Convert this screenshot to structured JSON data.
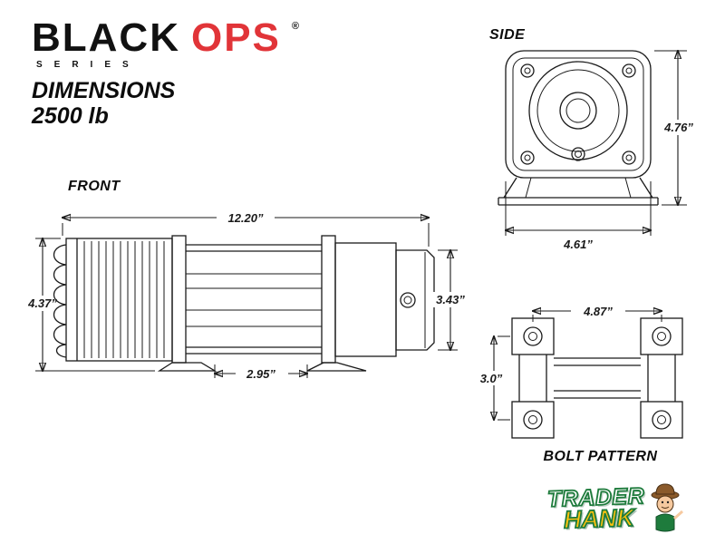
{
  "brand": {
    "name_black": "BLACK",
    "name_ops": "OPS",
    "registered": "®",
    "series": "SERIES",
    "heading_line1": "DIMENSIONS",
    "heading_line2": "2500 lb"
  },
  "colors": {
    "accent_red": "#e13438",
    "line": "#1a1a1a",
    "hank_green": "#1e7b3c",
    "hank_gold": "#ffc20e"
  },
  "views": {
    "front": {
      "label": "FRONT",
      "dim_width": "12.20”",
      "dim_height": "4.37”",
      "dim_drum_height": "3.43”",
      "dim_mount_width": "2.95”"
    },
    "side": {
      "label": "SIDE",
      "dim_height": "4.76”",
      "dim_width": "4.61”"
    },
    "bolt": {
      "label": "BOLT PATTERN",
      "dim_width": "4.87”",
      "dim_height": "3.0”"
    }
  },
  "watermark": {
    "line1": "TRADER",
    "line2": "HANK"
  }
}
